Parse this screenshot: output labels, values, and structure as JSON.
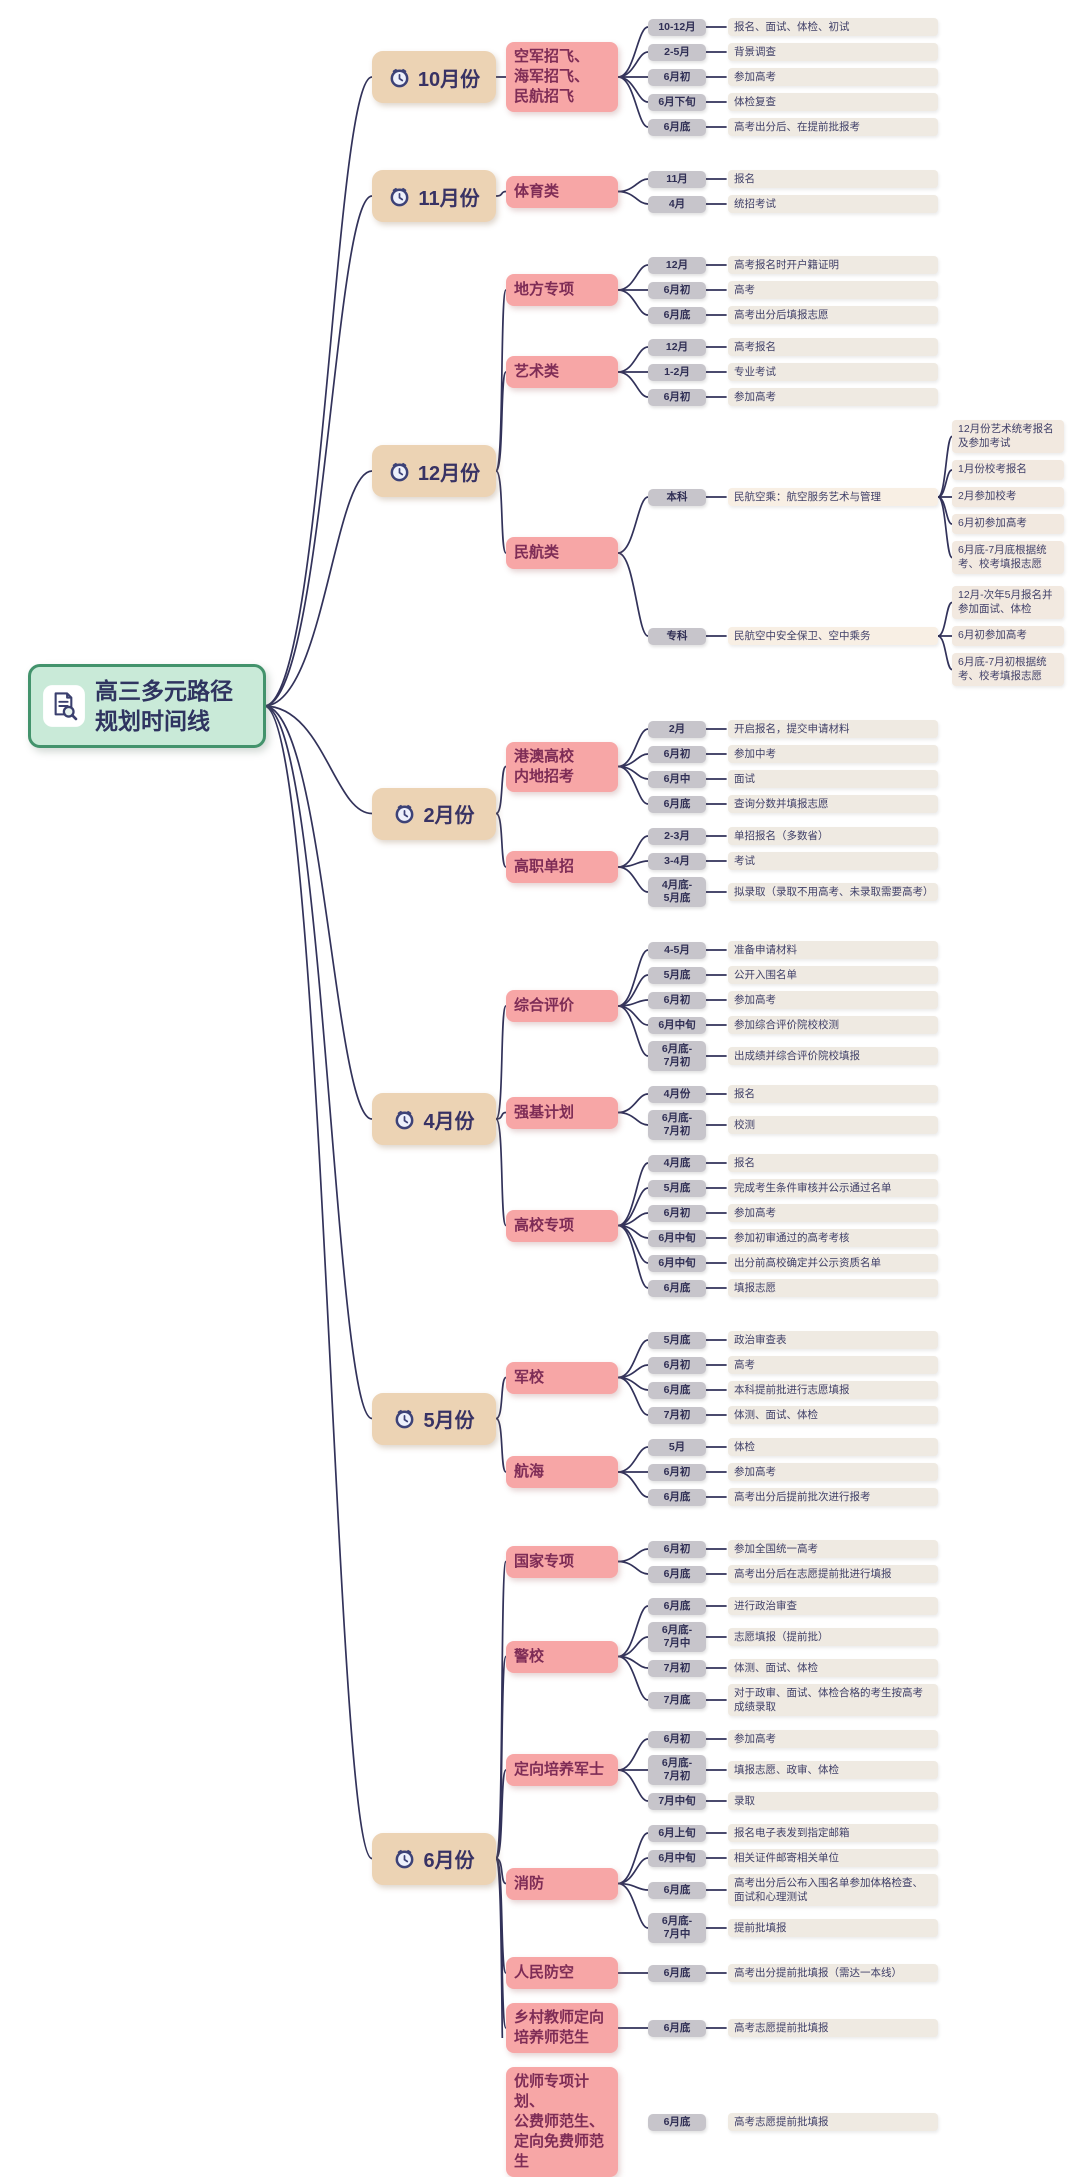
{
  "root": {
    "label": "高三多元路径\n规划时间线",
    "icon": "document-search-icon"
  },
  "palette": {
    "root_fill": "#c9ead8",
    "root_border": "#43936c",
    "root_text": "#2f3460",
    "month_fill": "#ecd3b4",
    "month_text": "#383264",
    "category_fill": "#f7a6a6",
    "category_text": "#7e2c56",
    "pill_fill": "#c7c5cb",
    "pill_text": "#302f55",
    "bar_fill": "#efeae2",
    "kv_bar_fill": "#f8efe4",
    "sub_bar_fill": "#f2e9e0",
    "bar_text": "#3f3f68",
    "wire": "#32325a",
    "background": "#ffffff"
  },
  "months": [
    {
      "label": "10月份",
      "icon": "clock-icon",
      "categories": [
        {
          "label": "空军招飞、\n海军招飞、\n民航招飞",
          "rows": [
            {
              "time": "10-12月",
              "text": "报名、面试、体检、初试"
            },
            {
              "time": "2-5月",
              "text": "背景调查"
            },
            {
              "time": "6月初",
              "text": "参加高考"
            },
            {
              "time": "6月下旬",
              "text": "体检复查"
            },
            {
              "time": "6月底",
              "text": "高考出分后、在提前批报考"
            }
          ]
        }
      ]
    },
    {
      "label": "11月份",
      "icon": "clock-icon",
      "categories": [
        {
          "label": "体育类",
          "rows": [
            {
              "time": "11月",
              "text": "报名"
            },
            {
              "time": "4月",
              "text": "统招考试"
            }
          ]
        }
      ]
    },
    {
      "label": "12月份",
      "icon": "clock-icon",
      "categories": [
        {
          "label": "地方专项",
          "rows": [
            {
              "time": "12月",
              "text": "高考报名时开户籍证明"
            },
            {
              "time": "6月初",
              "text": "高考"
            },
            {
              "time": "6月底",
              "text": "高考出分后填报志愿"
            }
          ]
        },
        {
          "label": "艺术类",
          "rows": [
            {
              "time": "12月",
              "text": "高考报名"
            },
            {
              "time": "1-2月",
              "text": "专业考试"
            },
            {
              "time": "6月初",
              "text": "参加高考"
            }
          ]
        },
        {
          "label": "民航类",
          "groups": [
            {
              "level": "本科",
              "text": "民航空乘：航空服务艺术与管理",
              "items": [
                "12月份艺术统考报名及参加考试",
                "1月份校考报名",
                "2月参加校考",
                "6月初参加高考",
                "6月底-7月底根据统考、校考填报志愿"
              ]
            },
            {
              "level": "专科",
              "text": "民航空中安全保卫、空中乘务",
              "items": [
                "12月-次年5月报名并参加面试、体检",
                "6月初参加高考",
                "6月底-7月初根据统考、校考填报志愿"
              ]
            }
          ]
        }
      ]
    },
    {
      "label": "2月份",
      "icon": "clock-icon",
      "categories": [
        {
          "label": "港澳高校\n内地招考",
          "rows": [
            {
              "time": "2月",
              "text": "开启报名，提交申请材料"
            },
            {
              "time": "6月初",
              "text": "参加中考"
            },
            {
              "time": "6月中",
              "text": "面试"
            },
            {
              "time": "6月底",
              "text": "查询分数并填报志愿"
            }
          ]
        },
        {
          "label": "高职单招",
          "rows": [
            {
              "time": "2-3月",
              "text": "单招报名（多数省）"
            },
            {
              "time": "3-4月",
              "text": "考试"
            },
            {
              "time": "4月底-\n5月底",
              "text": "拟录取（录取不用高考、未录取需要高考）"
            }
          ]
        }
      ]
    },
    {
      "label": "4月份",
      "icon": "clock-icon",
      "categories": [
        {
          "label": "综合评价",
          "rows": [
            {
              "time": "4-5月",
              "text": "准备申请材料"
            },
            {
              "time": "5月底",
              "text": "公开入围名单"
            },
            {
              "time": "6月初",
              "text": "参加高考"
            },
            {
              "time": "6月中旬",
              "text": "参加综合评价院校校测"
            },
            {
              "time": "6月底-\n7月初",
              "text": "出成绩并综合评价院校填报"
            }
          ]
        },
        {
          "label": "强基计划",
          "rows": [
            {
              "time": "4月份",
              "text": "报名"
            },
            {
              "time": "6月底-\n7月初",
              "text": "校测"
            }
          ]
        },
        {
          "label": "高校专项",
          "rows": [
            {
              "time": "4月底",
              "text": "报名"
            },
            {
              "time": "5月底",
              "text": "完成考生条件审核并公示通过名单"
            },
            {
              "time": "6月初",
              "text": "参加高考"
            },
            {
              "time": "6月中旬",
              "text": "参加初审通过的高考考核"
            },
            {
              "time": "6月中旬",
              "text": "出分前高校确定并公示资质名单"
            },
            {
              "time": "6月底",
              "text": "填报志愿"
            }
          ]
        }
      ]
    },
    {
      "label": "5月份",
      "icon": "clock-icon",
      "categories": [
        {
          "label": "军校",
          "rows": [
            {
              "time": "5月底",
              "text": "政治审查表"
            },
            {
              "time": "6月初",
              "text": "高考"
            },
            {
              "time": "6月底",
              "text": "本科提前批进行志愿填报"
            },
            {
              "time": "7月初",
              "text": "体测、面试、体检"
            }
          ]
        },
        {
          "label": "航海",
          "rows": [
            {
              "time": "5月",
              "text": "体检"
            },
            {
              "time": "6月初",
              "text": "参加高考"
            },
            {
              "time": "6月底",
              "text": "高考出分后提前批次进行报考"
            }
          ]
        }
      ]
    },
    {
      "label": "6月份",
      "icon": "clock-icon",
      "categories": [
        {
          "label": "国家专项",
          "rows": [
            {
              "time": "6月初",
              "text": "参加全国统一高考"
            },
            {
              "time": "6月底",
              "text": "高考出分后在志愿提前批进行填报"
            }
          ]
        },
        {
          "label": "警校",
          "rows": [
            {
              "time": "6月底",
              "text": "进行政治审查"
            },
            {
              "time": "6月底-\n7月中",
              "text": "志愿填报（提前批）"
            },
            {
              "time": "7月初",
              "text": "体测、面试、体检"
            },
            {
              "time": "7月底",
              "text": "对于政审、面试、体检合格的考生按高考成绩录取"
            }
          ]
        },
        {
          "label": "定向培养军士",
          "rows": [
            {
              "time": "6月初",
              "text": "参加高考"
            },
            {
              "time": "6月底-\n7月初",
              "text": "填报志愿、政审、体检"
            },
            {
              "time": "7月中旬",
              "text": "录取"
            }
          ]
        },
        {
          "label": "消防",
          "rows": [
            {
              "time": "6月上旬",
              "text": "报名电子表发到指定邮箱"
            },
            {
              "time": "6月中旬",
              "text": "相关证件邮寄相关单位"
            },
            {
              "time": "6月底",
              "text": "高考出分后公布入围名单参加体格检查、面试和心理测试"
            },
            {
              "time": "6月底-\n7月中",
              "text": "提前批填报"
            }
          ]
        },
        {
          "label": "人民防空",
          "rows": [
            {
              "time": "6月底",
              "text": "高考出分提前批填报（需达一本线）"
            }
          ]
        },
        {
          "label": "乡村教师定向\n培养师范生",
          "rows": [
            {
              "time": "6月底",
              "text": "高考志愿提前批填报"
            }
          ]
        },
        {
          "label": "优师专项计划、\n公费师范生、\n定向免费师范生",
          "rows": [
            {
              "time": "6月底",
              "text": "高考志愿提前批填报"
            }
          ]
        }
      ]
    }
  ]
}
